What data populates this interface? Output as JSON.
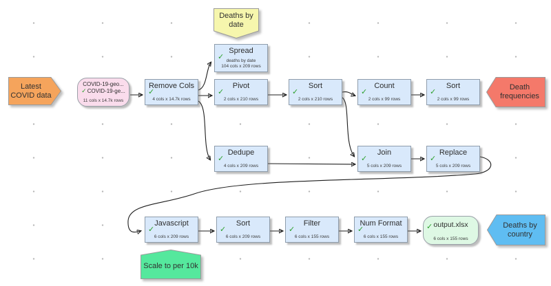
{
  "icons": {
    "check": "✓"
  },
  "comments": {
    "latest_covid": "Latest COVID data",
    "deaths_by_date": "Deaths by date",
    "death_frequencies": "Death frequencies",
    "deaths_by_country": "Deaths by country",
    "scale_to_per_10k": "Scale to per 10k"
  },
  "nodes": {
    "source": {
      "line1": "COVID-19-geo...",
      "line2": "COVID-19-ge...",
      "stats": "11 cols x 14.7k rows"
    },
    "remove_cols": {
      "title": "Remove Cols",
      "stats": "4 cols x 14.7k rows"
    },
    "spread": {
      "title": "Spread",
      "sub": "deaths by date",
      "stats": "104 cols x 209 rows"
    },
    "pivot": {
      "title": "Pivot",
      "stats": "2 cols x 210 rows"
    },
    "sort_top_1": {
      "title": "Sort",
      "stats": "2 cols x 210 rows"
    },
    "count": {
      "title": "Count",
      "stats": "2 cols x 99 rows"
    },
    "sort_top_2": {
      "title": "Sort",
      "stats": "2 cols x 99 rows"
    },
    "dedupe": {
      "title": "Dedupe",
      "stats": "4 cols x 209 rows"
    },
    "join": {
      "title": "Join",
      "stats": "5 cols x 209 rows"
    },
    "replace": {
      "title": "Replace",
      "stats": "5 cols x 209 rows"
    },
    "javascript": {
      "title": "Javascript",
      "stats": "6 cols x 209 rows"
    },
    "sort_bottom": {
      "title": "Sort",
      "stats": "6 cols x 209 rows"
    },
    "filter": {
      "title": "Filter",
      "stats": "6 cols x 155 rows"
    },
    "num_format": {
      "title": "Num Format",
      "stats": "6 cols x 155 rows"
    },
    "output": {
      "title": "output.xlsx",
      "stats": "6 cols x 155 rows"
    }
  },
  "colors": {
    "node_fill": "#d9e9fb",
    "source_fill": "#fadcec",
    "output_fill": "#def8e4",
    "comment_orange": "#f5a45c",
    "comment_red": "#f4796a",
    "comment_blue": "#5fbdf2",
    "note_yellow": "#f6f6ad",
    "note_green": "#55e89d",
    "check_green": "#2ca02c",
    "edge": "#1c1c1c"
  }
}
